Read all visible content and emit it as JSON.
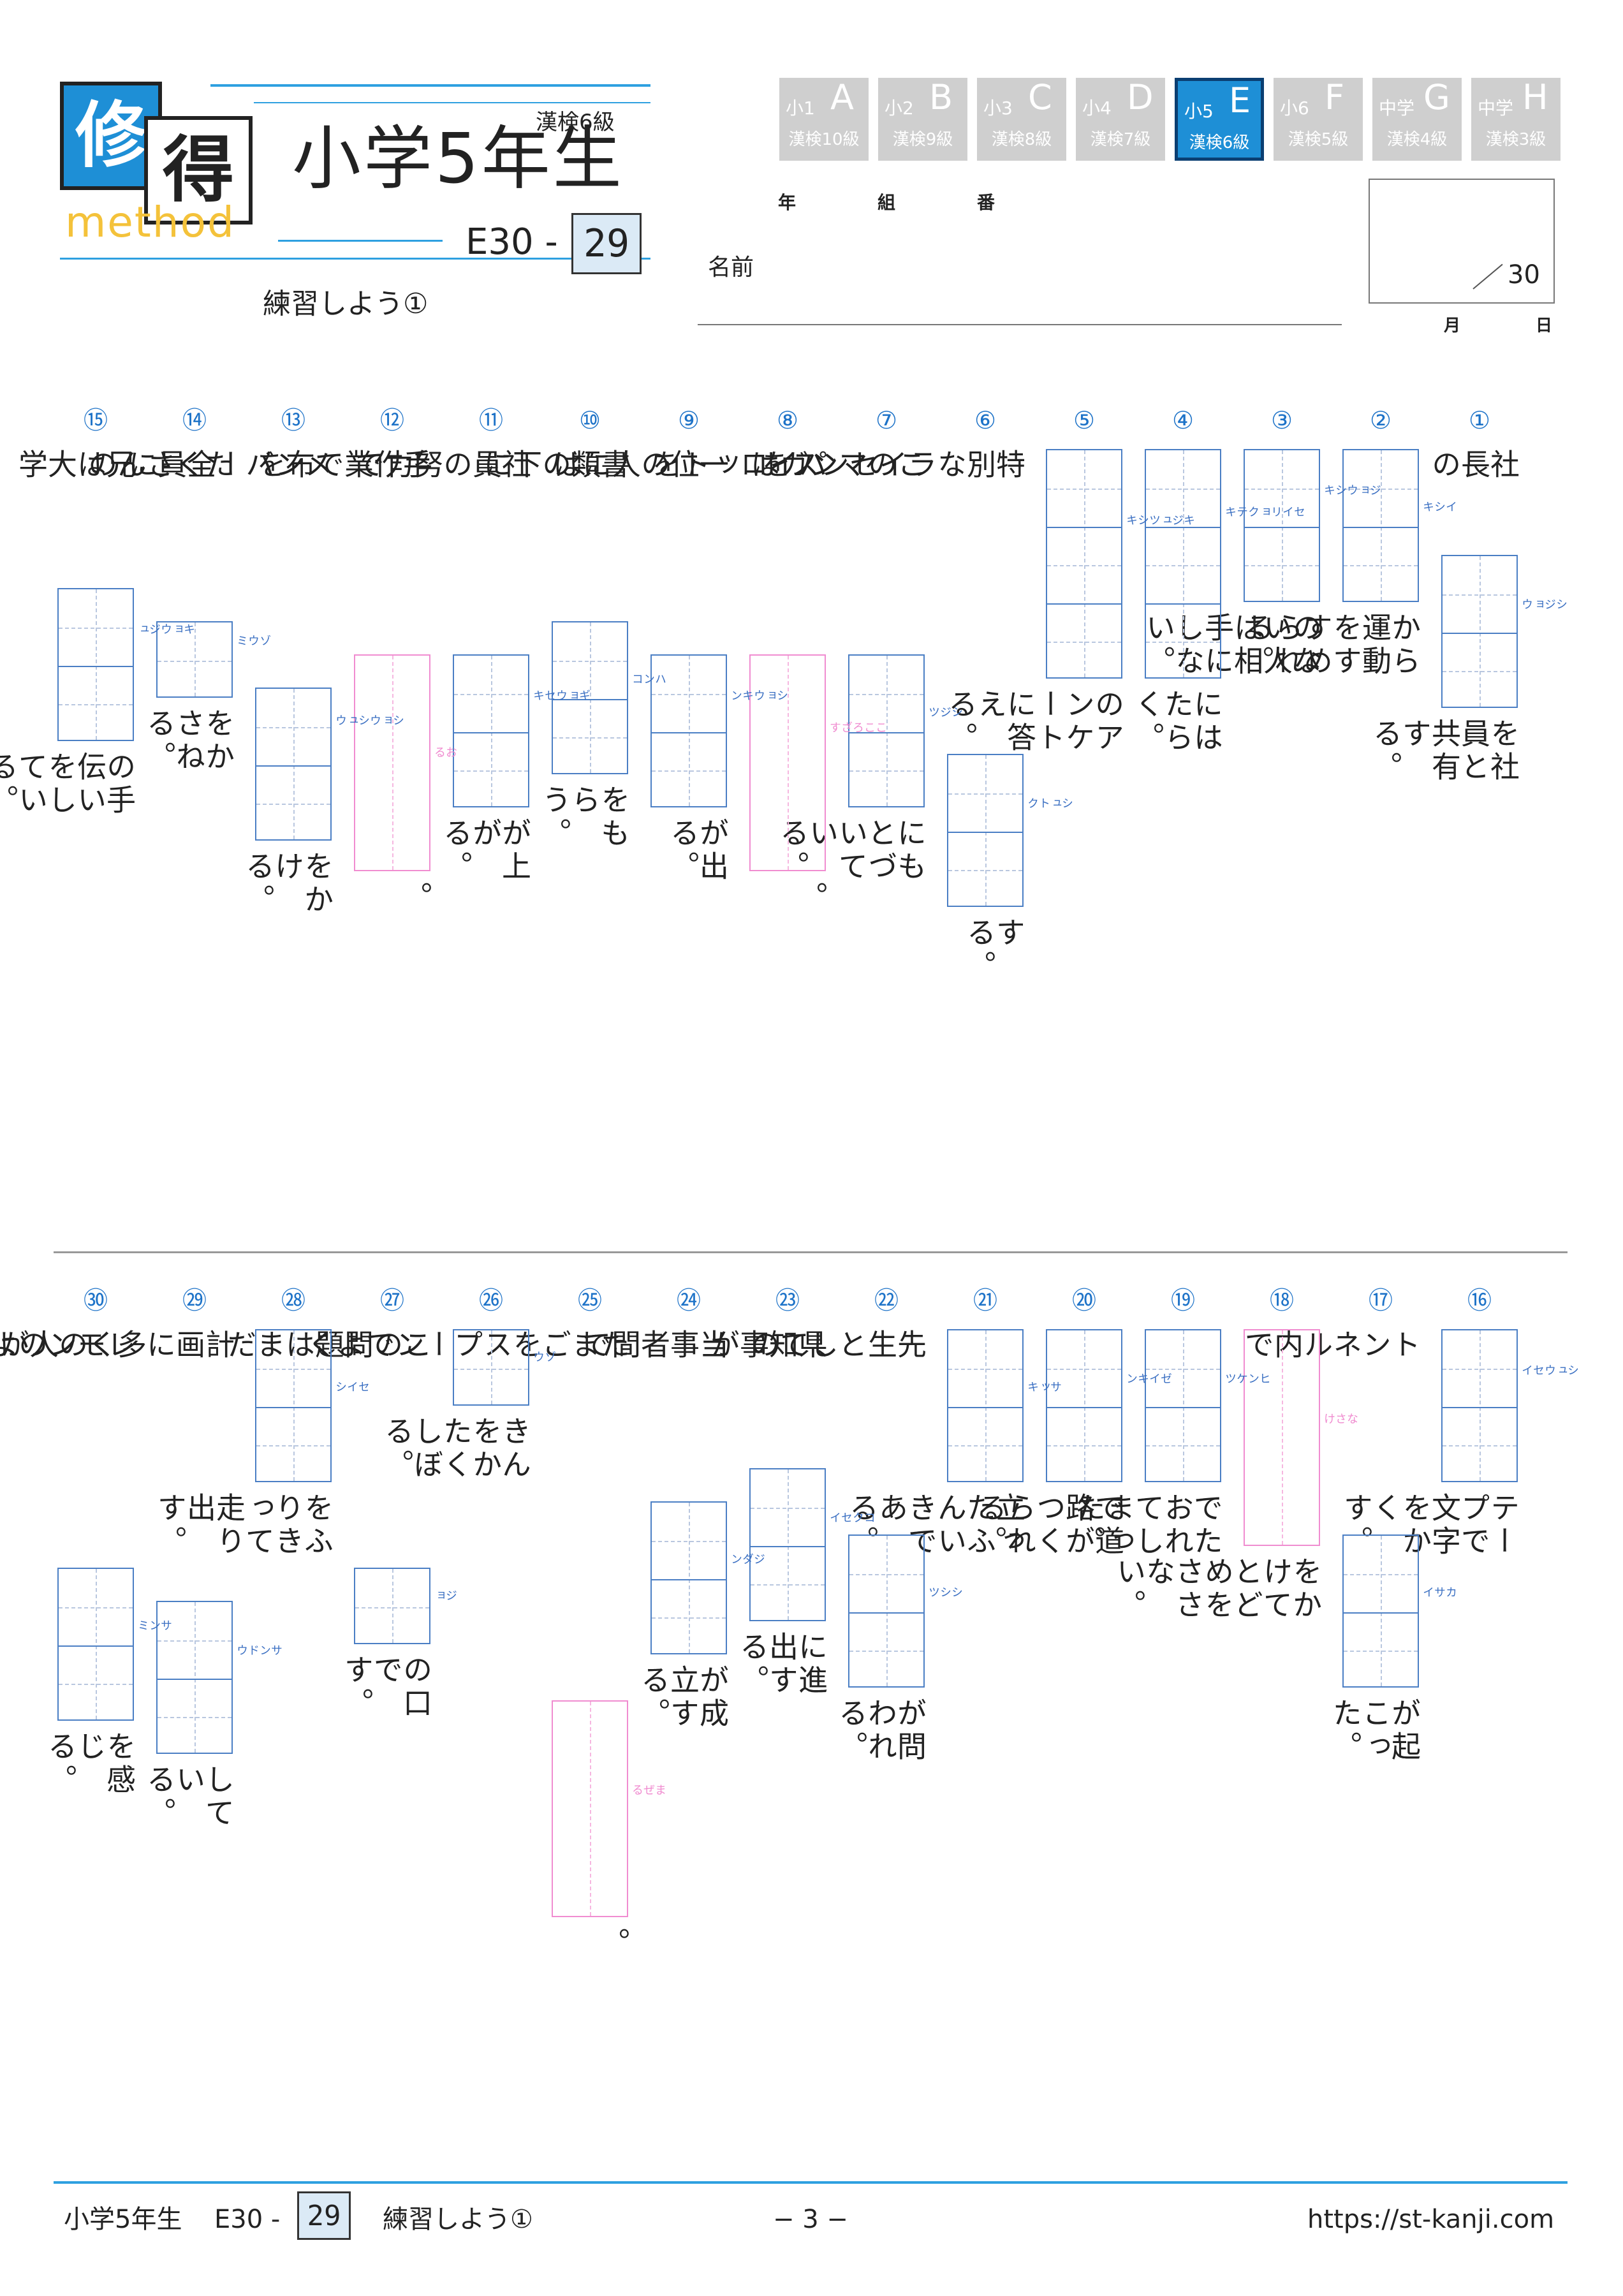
{
  "header": {
    "logo": {
      "char1": "修",
      "char2": "得",
      "sub": "method"
    },
    "title": "小学5年生",
    "kanken_level": "漢検6級",
    "code_prefix": "E30 -",
    "page_number": "29",
    "subtitle": "練習しよう①"
  },
  "grade_tabs": [
    {
      "grade": "小1",
      "letter": "A",
      "kanken": "漢検10級",
      "active": false
    },
    {
      "grade": "小2",
      "letter": "B",
      "kanken": "漢検9級",
      "active": false
    },
    {
      "grade": "小3",
      "letter": "C",
      "kanken": "漢検8級",
      "active": false
    },
    {
      "grade": "小4",
      "letter": "D",
      "kanken": "漢検7級",
      "active": false
    },
    {
      "grade": "小5",
      "letter": "E",
      "kanken": "漢検6級",
      "active": true
    },
    {
      "grade": "小6",
      "letter": "F",
      "kanken": "漢検5級",
      "active": false
    },
    {
      "grade": "中学",
      "letter": "G",
      "kanken": "漢検4級",
      "active": false
    },
    {
      "grade": "中学",
      "letter": "H",
      "kanken": "漢検3級",
      "active": false
    }
  ],
  "student_info": {
    "year": "年",
    "class": "組",
    "number": "番",
    "name": "名前"
  },
  "score": {
    "total": "30",
    "month": "月",
    "day": "日"
  },
  "questions": [
    {
      "num": "①",
      "before": "社長の",
      "reading": "シジョウ",
      "after": "を社員と共有する。"
    },
    {
      "num": "②",
      "before": "",
      "reading": "イシキ",
      "after": "から運動をすすめられる。"
    },
    {
      "num": "③",
      "before": "",
      "reading": "ジョウシキ",
      "after": "のない人は相手にしない。"
    },
    {
      "num": "④",
      "before": "",
      "reading": "セイリョクテキ",
      "after": "にはたらく。"
    },
    {
      "num": "⑤",
      "before": "",
      "reading": "キジュツシキ",
      "after": "のアンケートに答える。"
    },
    {
      "num": "⑥",
      "before": "特別なライセンスを",
      "reading": "シュトク",
      "after": "する。"
    },
    {
      "num": "⑦",
      "before": "このマンガは",
      "reading": "シジツ",
      "after": "にもとづいている。"
    },
    {
      "num": "⑧",
      "before": "パイロットを",
      "reading": "こころざす",
      "after": "。"
    },
    {
      "num": "⑨",
      "before": "一位の人には",
      "reading": "ショウキン",
      "after": "が出る。"
    },
    {
      "num": "⑩",
      "before": "書類の下に",
      "reading": "ハンコ",
      "after": "をもらう。"
    },
    {
      "num": "⑪",
      "before": "社員の努力で",
      "reading": "ギョウセキ",
      "after": "が上がる。"
    },
    {
      "num": "⑫",
      "before": "手作業で布を",
      "reading": "おる",
      "after": "。"
    },
    {
      "num": "⑬",
      "before": "メンバー全員に",
      "reading": "ショウシュウ",
      "after": "をかける。"
    },
    {
      "num": "⑭",
      "before": "たくさんの",
      "reading": "ゾウミ",
      "after": "をかさねる。"
    },
    {
      "num": "⑮",
      "before": "兄は大学",
      "reading": "キョウジュ",
      "after": "の手伝いをしている。"
    },
    {
      "num": "⑯",
      "before": "",
      "reading": "シュウセイ",
      "after": "テープで文字をかくす。"
    },
    {
      "num": "⑰",
      "before": "トンネル内で",
      "reading": "カサイ",
      "after": "が起こった。"
    },
    {
      "num": "⑱",
      "before": "",
      "reading": "なさけ",
      "after": "をかけてとどめをささない。"
    },
    {
      "num": "⑲",
      "before": "",
      "reading": "ヒンケツ",
      "after": "でたおれてしまった。"
    },
    {
      "num": "⑳",
      "before": "",
      "reading": "ゼイキン",
      "after": "で道路がつくられる。"
    },
    {
      "num": "㉑",
      "before": "",
      "reading": "サッキ",
      "after": "立ったふんいきである。"
    },
    {
      "num": "㉒",
      "before": "先生としての",
      "reading": "シシツ",
      "after": "が問われる。"
    },
    {
      "num": "㉓",
      "before": "県知事が",
      "reading": "コクセイ",
      "after": "に進出する。"
    },
    {
      "num": "㉔",
      "before": "当事者間で",
      "reading": "ジダン",
      "after": "が成立する。"
    },
    {
      "num": "㉕",
      "before": "たまごをスプーンでよく",
      "reading": "まぜる",
      "after": "。"
    },
    {
      "num": "㉖",
      "before": "",
      "reading": "ゾウ",
      "after": "きんをかたくしぼる。"
    },
    {
      "num": "㉗",
      "before": "この問題はまだ",
      "reading": "ジョ",
      "after": "の口です。"
    },
    {
      "num": "㉘",
      "before": "",
      "reading": "セイシ",
      "after": "をふりきって走り出す。"
    },
    {
      "num": "㉙",
      "before": "計画に多くの人が",
      "reading": "サンドウ",
      "after": "している。"
    },
    {
      "num": "㉚",
      "before": "レモンのような",
      "reading": "サンミ",
      "after": "を感じる。"
    }
  ],
  "footer": {
    "title": "小学5年生",
    "code": "E30 -",
    "page_box": "29",
    "subtitle": "練習しよう①",
    "page": "− 3 −",
    "url": "https://st-kanji.com"
  }
}
